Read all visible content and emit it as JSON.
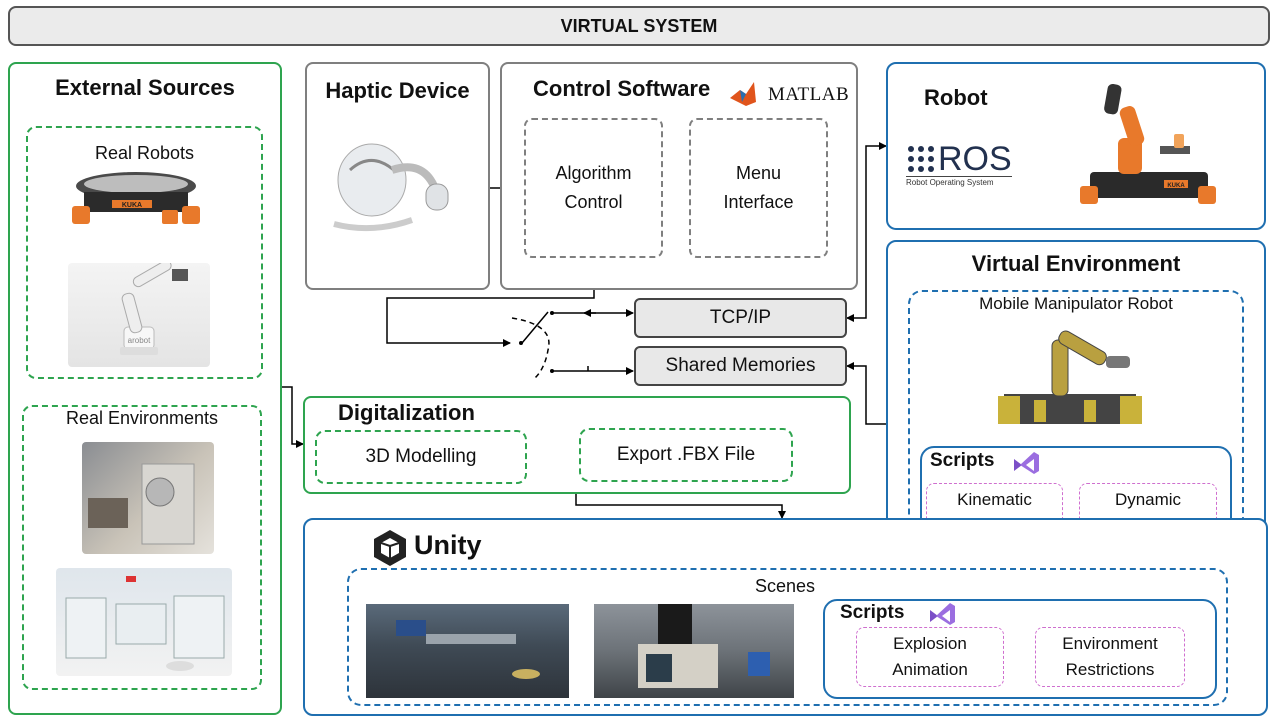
{
  "title": "VIRTUAL SYSTEM",
  "external": {
    "heading": "External Sources",
    "real_robots": "Real Robots",
    "real_environments": "Real Environments",
    "robot_brand": "KUKA",
    "arm_brand": "arobot"
  },
  "haptic": {
    "heading": "Haptic Device"
  },
  "control": {
    "heading": "Control Software",
    "matlab": "MATLAB",
    "algorithm": "Algorithm\nControl",
    "menu": "Menu\nInterface"
  },
  "robot": {
    "heading": "Robot",
    "ros": "ROS",
    "ros_sub": "Robot Operating System",
    "robot_brand": "KUKA"
  },
  "comms": {
    "tcp": "TCP/IP",
    "shared": "Shared Memories"
  },
  "virtual_env": {
    "heading": "Virtual Environment",
    "mobile": "Mobile Manipulator Robot",
    "scripts": "Scripts",
    "kinematic": "Kinematic\nModel",
    "dynamic": "Dynamic\nModel"
  },
  "digitalization": {
    "heading": "Digitalization",
    "modelling": "3D Modelling",
    "export": "Export .FBX File"
  },
  "unity": {
    "heading": "Unity",
    "scenes": "Scenes",
    "scripts": "Scripts",
    "explosion": "Explosion\nAnimation",
    "restrictions": "Environment\nRestrictions"
  }
}
